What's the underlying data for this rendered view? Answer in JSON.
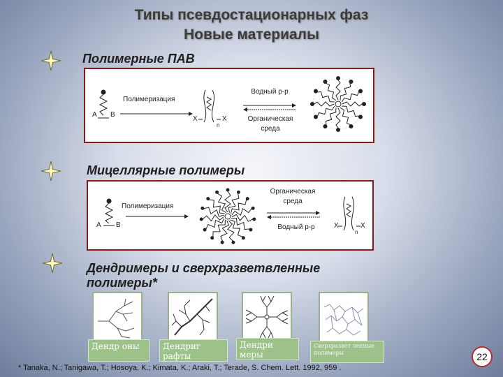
{
  "header": {
    "title_line1": "Типы псевдостационарных фаз",
    "title_line2": "Новые материалы"
  },
  "sections": [
    {
      "title": "Полимерные ПАВ",
      "step_label": "Полимеризация",
      "upper_label": "Водный р-р",
      "lower_label": "Органическая среда",
      "monomer_a": "A",
      "monomer_b": "B",
      "polymer_x1": "X",
      "polymer_x2": "X",
      "polymer_n": "n"
    },
    {
      "title": "Мицеллярные полимеры",
      "step_label": "Полимеризация",
      "upper_label": "Органическая среда",
      "lower_label": "Водный р-р",
      "monomer_a": "A",
      "monomer_b": "B",
      "polymer_x1": "X",
      "polymer_x2": "X",
      "polymer_n": "n"
    },
    {
      "title": "Дендримеры и сверхразветвленные полимеры*"
    }
  ],
  "gallery": [
    {
      "caption": "Дендр оны"
    },
    {
      "caption": "Дендриг рафты"
    },
    {
      "caption": "Дендри меры"
    },
    {
      "caption": "Сверхразвет ленные полимеры"
    }
  ],
  "footer": {
    "citation": "* Tanaka, N.;  Tanigawa, T.;  Hosoya, K.; Kimata, K.; Araki, T.; Terade, S. Chem. Lett. 1992, 959 ."
  },
  "page_number": "22",
  "colors": {
    "panel_border": "#8a1a1a",
    "caption_bg": "#9cc28a",
    "star_fill": "#fff9c2"
  }
}
